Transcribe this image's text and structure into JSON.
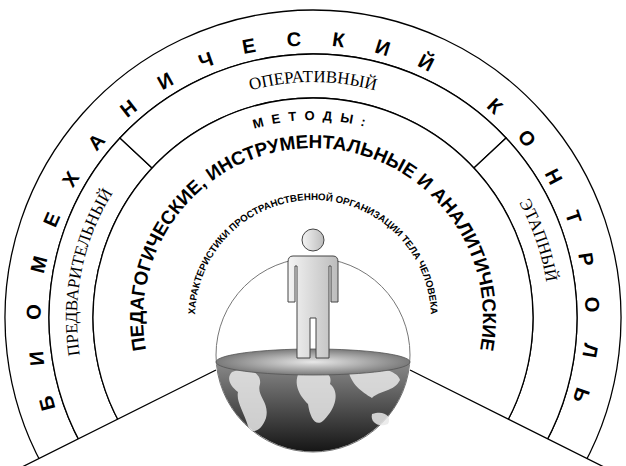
{
  "diagram": {
    "nodes": [
      {
        "text": [
          "БИОМЕХАНИЧЕСКИЙ КОНТРОЛЬ"
        ]
      },
      {
        "text": [
          "ПРЕДВАРИТЕЛЬНЫЙ"
        ],
        "in": 0
      },
      {
        "text": [
          "ОПЕРАТИВНЫЙ"
        ],
        "in": 0
      },
      {
        "text": [
          "ЭТАПНЫЙ"
        ],
        "in": 0
      },
      {
        "text": [
          "МЕТОДЫ:",
          "ПЕДАГОГИЧЕСКИЕ, ИНСТРУМЕНТАЛЬНЫЕ И АНАЛИТИЧЕСКИЕ"
        ],
        "in": 0
      },
      {
        "text": [
          "ХАРАКТЕРИСТИКИ ПРОСТРАНСТВЕННОЙ ОРГАНИЗАЦИИ ТЕЛА ЧЕЛОВЕКА"
        ],
        "in": 4
      }
    ]
  }
}
